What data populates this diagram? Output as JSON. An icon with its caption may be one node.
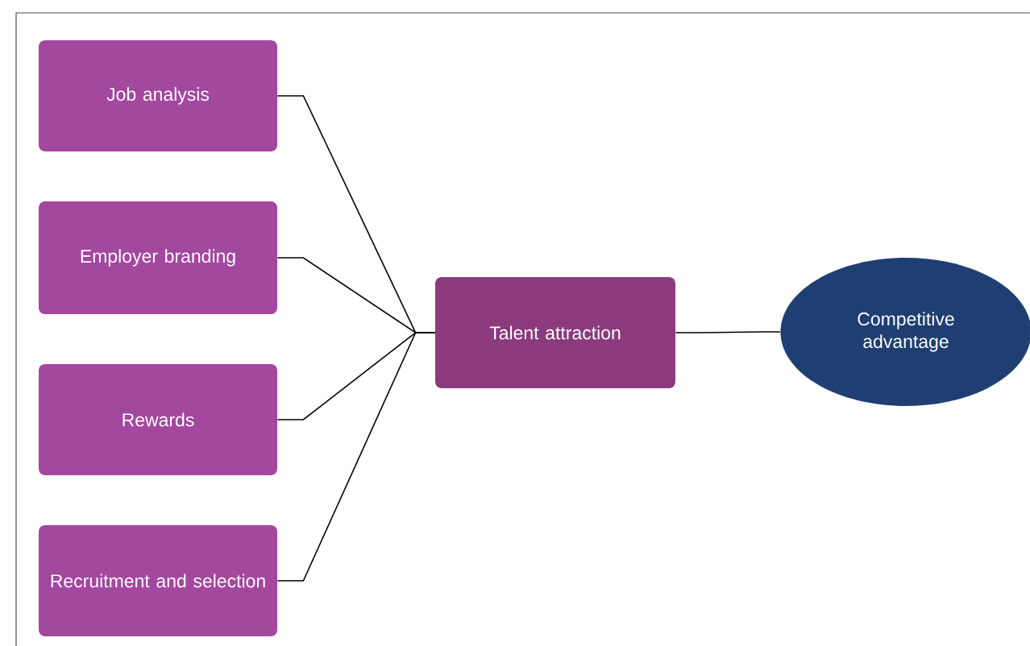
{
  "diagram": {
    "nodes": [
      {
        "text": [
          "Job analysis"
        ]
      },
      {
        "text": [
          "Employer branding"
        ]
      },
      {
        "text": [
          "Rewards"
        ]
      },
      {
        "text": [
          "Recruitment and selection"
        ]
      },
      {
        "text": [
          "Talent attraction"
        ]
      },
      {
        "text": [
          "Competitive advantage"
        ]
      }
    ],
    "edges": [
      {
        "from": 0,
        "to": 4,
        "arrow": "none"
      },
      {
        "from": 1,
        "to": 4,
        "arrow": "none"
      },
      {
        "from": 2,
        "to": 4,
        "arrow": "none"
      },
      {
        "from": 3,
        "to": 4,
        "arrow": "none"
      },
      {
        "from": 4,
        "to": 5,
        "arrow": "none"
      }
    ]
  }
}
